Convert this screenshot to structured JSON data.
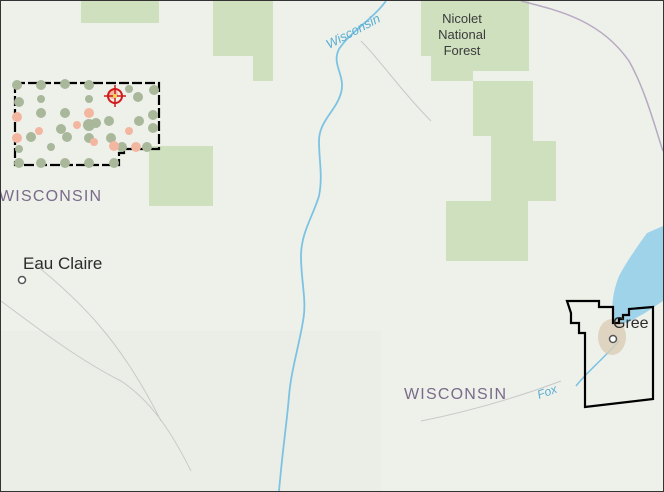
{
  "map": {
    "labels": {
      "state_top": "WISCONSIN",
      "state_bottom": "WISCONSIN",
      "city_eau_claire": "Eau Claire",
      "city_green_bay_partial": "Gree",
      "forest_line1": "Nicolet",
      "forest_line2": "National",
      "forest_line3": "Forest",
      "river_wisconsin": "Wisconsin",
      "river_fox": "Fox"
    },
    "colors": {
      "background": "#eef0ea",
      "forest": "#cfe0bf",
      "water": "#9fd3ea",
      "river": "#7cc3e3",
      "boundary": "#000000",
      "point_green": "#a9b79b",
      "point_salmon": "#f3b6a0",
      "selected_marker": "#d11a1a",
      "state_label": "#7a6b8a",
      "city_label": "#2b2b2b"
    },
    "points": {
      "green_count": 32,
      "salmon_count": 10
    },
    "selected_marker_icon": "crosshair-target-icon"
  }
}
